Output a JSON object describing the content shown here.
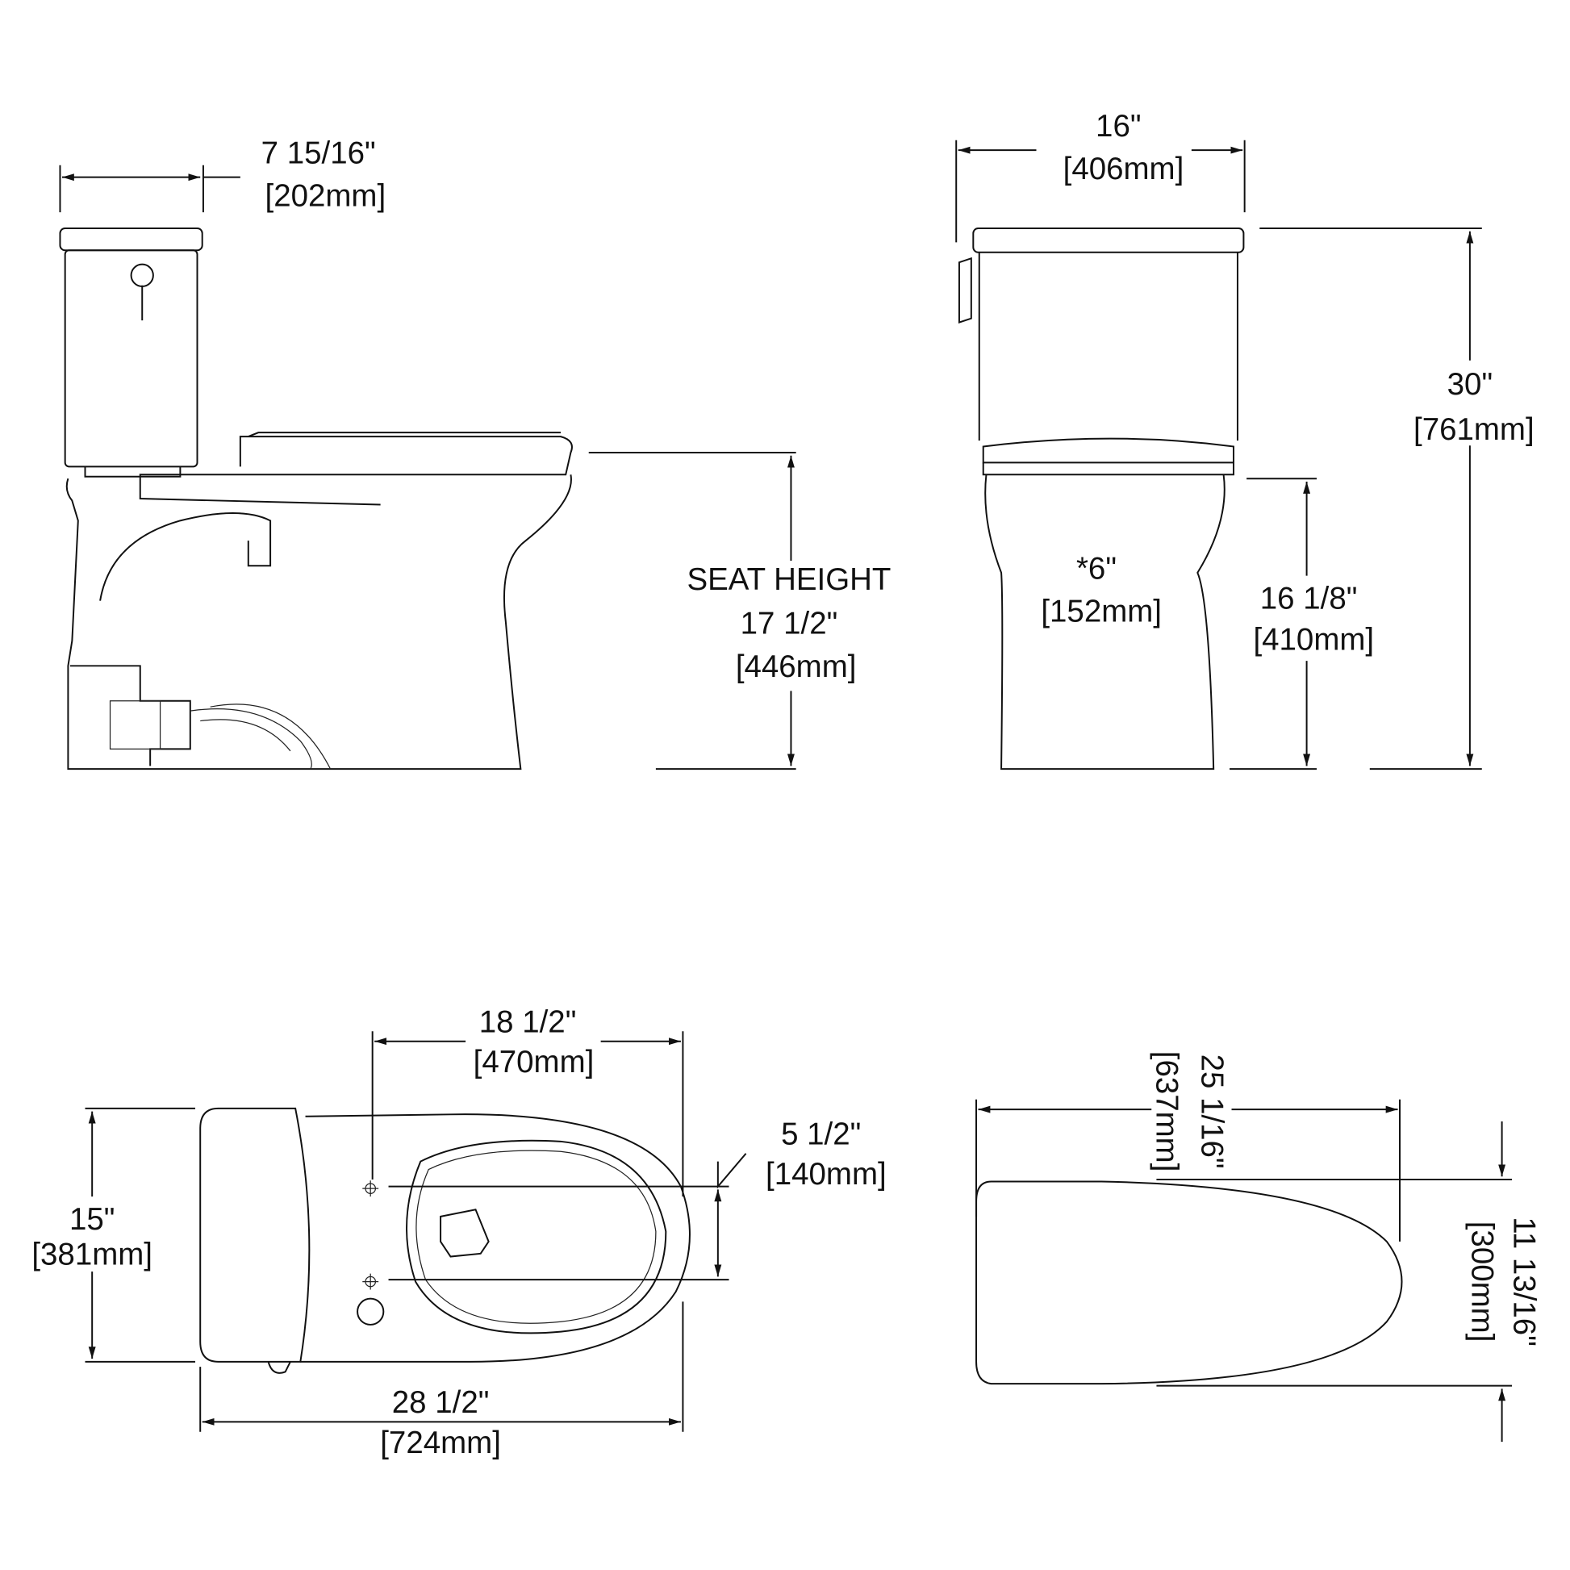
{
  "side_view": {
    "tank_depth": {
      "in": "7 15/16\"",
      "mm": "[202mm]"
    },
    "seat_height": {
      "label": "SEAT HEIGHT",
      "in": "17 1/2\"",
      "mm": "[446mm]"
    }
  },
  "front_view": {
    "width": {
      "in": "16\"",
      "mm": "[406mm]"
    },
    "total_height": {
      "in": "30\"",
      "mm": "[761mm]"
    },
    "base_width": {
      "in": "*6\"",
      "mm": "[152mm]"
    },
    "rim_height": {
      "in": "16 1/8\"",
      "mm": "[410mm]"
    }
  },
  "top_view": {
    "bolt_to_front": {
      "in": "18 1/2\"",
      "mm": "[470mm]"
    },
    "bolt_spacing": {
      "in": "5 1/2\"",
      "mm": "[140mm]"
    },
    "width": {
      "in": "15\"",
      "mm": "[381mm]"
    },
    "length": {
      "in": "28 1/2\"",
      "mm": "[724mm]"
    }
  },
  "seat_view": {
    "length": {
      "in": "25 1/16\"",
      "mm": "[637mm]"
    },
    "width": {
      "in": "11 13/16\"",
      "mm": "[300mm]"
    }
  }
}
